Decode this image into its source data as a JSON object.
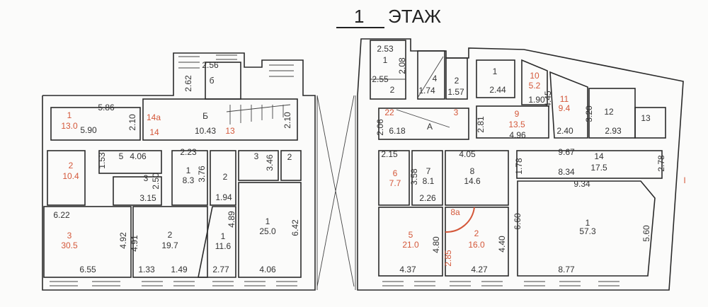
{
  "title": {
    "floor_number": "1",
    "floor_word": "ЭТАЖ"
  },
  "colors": {
    "walls": "#2a2a2a",
    "text": "#333333",
    "accent": "#d4583a"
  },
  "labels": [
    {
      "t": "2.56"
    },
    {
      "t": "б"
    },
    {
      "t": "2.62"
    },
    {
      "t": "1",
      "red": true
    },
    {
      "t": "13.0",
      "red": true
    },
    {
      "t": "5.86"
    },
    {
      "t": "5.90"
    },
    {
      "t": "2.10"
    },
    {
      "t": "14а",
      "red": true
    },
    {
      "t": "Б"
    },
    {
      "t": "10.43"
    },
    {
      "t": "13",
      "red": true
    },
    {
      "t": "14",
      "red": true
    },
    {
      "t": "2.10"
    },
    {
      "t": "1.53"
    },
    {
      "t": "5"
    },
    {
      "t": "4.06"
    },
    {
      "t": "2.23"
    },
    {
      "t": "3.46"
    },
    {
      "t": "3"
    },
    {
      "t": "2"
    },
    {
      "t": "2",
      "red": true
    },
    {
      "t": "10.4",
      "red": true
    },
    {
      "t": "3"
    },
    {
      "t": "2.50"
    },
    {
      "t": "1"
    },
    {
      "t": "8.3"
    },
    {
      "t": "3.76"
    },
    {
      "t": "2"
    },
    {
      "t": "3.15"
    },
    {
      "t": "1.94"
    },
    {
      "t": "6.22"
    },
    {
      "t": "4.89"
    },
    {
      "t": "3",
      "red": true
    },
    {
      "t": "30.5",
      "red": true
    },
    {
      "t": "4.92"
    },
    {
      "t": "4.91"
    },
    {
      "t": "2"
    },
    {
      "t": "19.7"
    },
    {
      "t": "1"
    },
    {
      "t": "11.6"
    },
    {
      "t": "1"
    },
    {
      "t": "25.0"
    },
    {
      "t": "6.42"
    },
    {
      "t": "6.55"
    },
    {
      "t": "1.33"
    },
    {
      "t": "1.49"
    },
    {
      "t": "2.77"
    },
    {
      "t": "4.06"
    },
    {
      "t": "2.53"
    },
    {
      "t": "1"
    },
    {
      "t": "2.08"
    },
    {
      "t": "2.55"
    },
    {
      "t": "2"
    },
    {
      "t": "4"
    },
    {
      "t": "1.74"
    },
    {
      "t": "2"
    },
    {
      "t": "1.57"
    },
    {
      "t": "1"
    },
    {
      "t": "2.44"
    },
    {
      "t": "10",
      "red": true
    },
    {
      "t": "5.2",
      "red": true
    },
    {
      "t": "4.45"
    },
    {
      "t": "1.90"
    },
    {
      "t": "11",
      "red": true
    },
    {
      "t": "9.4",
      "red": true
    },
    {
      "t": "22",
      "red": true
    },
    {
      "t": "3",
      "red": true
    },
    {
      "t": "2.06"
    },
    {
      "t": "6.18"
    },
    {
      "t": "А"
    },
    {
      "t": "2.81"
    },
    {
      "t": "9",
      "red": true
    },
    {
      "t": "13.5",
      "red": true
    },
    {
      "t": "4.96"
    },
    {
      "t": "3.20"
    },
    {
      "t": "12"
    },
    {
      "t": "2.40"
    },
    {
      "t": "2.93"
    },
    {
      "t": "13"
    },
    {
      "t": "2.15"
    },
    {
      "t": "4.05"
    },
    {
      "t": "9.67"
    },
    {
      "t": "14"
    },
    {
      "t": "17.5"
    },
    {
      "t": "2.78"
    },
    {
      "t": "1.78"
    },
    {
      "t": "6",
      "red": true
    },
    {
      "t": "7.7",
      "red": true
    },
    {
      "t": "3.58"
    },
    {
      "t": "7"
    },
    {
      "t": "8.1"
    },
    {
      "t": "8"
    },
    {
      "t": "14.6"
    },
    {
      "t": "8.34"
    },
    {
      "t": "9.34"
    },
    {
      "t": "2.26"
    },
    {
      "t": "8а",
      "red": true
    },
    {
      "t": "6.60"
    },
    {
      "t": "5",
      "red": true
    },
    {
      "t": "21.0",
      "red": true
    },
    {
      "t": "4.80"
    },
    {
      "t": "2",
      "red": true
    },
    {
      "t": "16.0",
      "red": true
    },
    {
      "t": "2.85",
      "red": true
    },
    {
      "t": "4.40"
    },
    {
      "t": "1"
    },
    {
      "t": "57.3"
    },
    {
      "t": "5.60"
    },
    {
      "t": "4.37"
    },
    {
      "t": "4.27"
    },
    {
      "t": "8.77"
    },
    {
      "t": "I",
      "red": true
    }
  ]
}
